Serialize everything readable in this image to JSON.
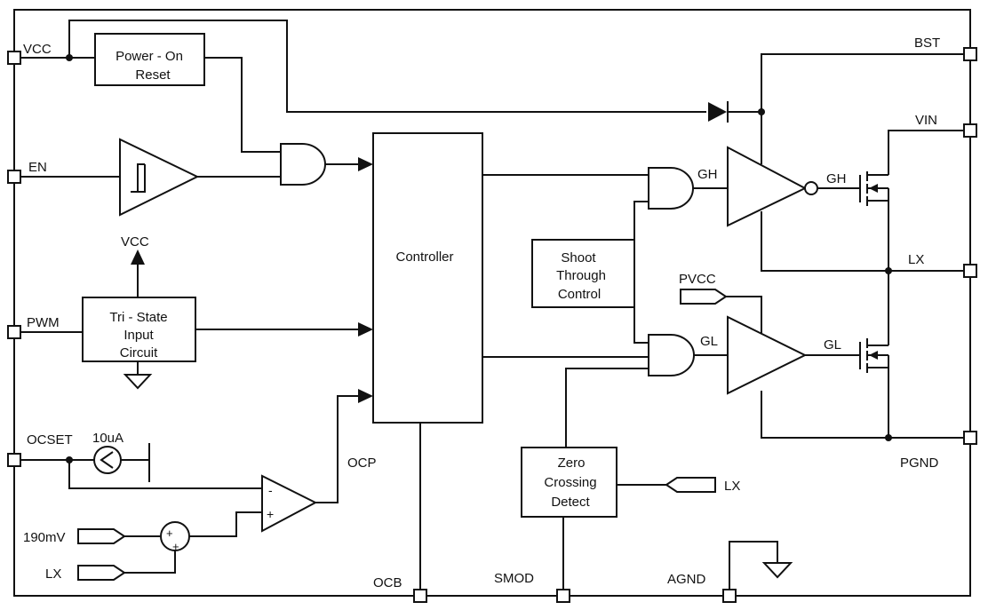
{
  "diagram": {
    "pins": {
      "vcc": "VCC",
      "en": "EN",
      "pwm": "PWM",
      "ocset": "OCSET",
      "bst": "BST",
      "vin": "VIN",
      "lx": "LX",
      "pgnd": "PGND",
      "ocb": "OCB",
      "smod": "SMOD",
      "agnd": "AGND"
    },
    "blocks": {
      "por_line1": "Power - On",
      "por_line2": "Reset",
      "controller": "Controller",
      "shoot_line1": "Shoot",
      "shoot_line2": "Through",
      "shoot_line3": "Control",
      "tri_line1": "Tri - State",
      "tri_line2": "Input",
      "tri_line3": "Circuit",
      "zero_line1": "Zero",
      "zero_line2": "Crossing",
      "zero_line3": "Detect"
    },
    "signals": {
      "vcc_internal": "VCC",
      "gh_gate_out": "GH",
      "gh_driver_out": "GH",
      "gl_gate_out": "GL",
      "gl_driver_out": "GL",
      "pvcc": "PVCC",
      "lx_zcd": "LX",
      "ocp": "OCP",
      "current_source": "10uA",
      "ref_190mv": "190mV",
      "lx_ocp": "LX",
      "comp_minus": "-",
      "comp_plus": "+",
      "sum_plus_top": "+",
      "sum_plus_bottom": "+"
    }
  }
}
